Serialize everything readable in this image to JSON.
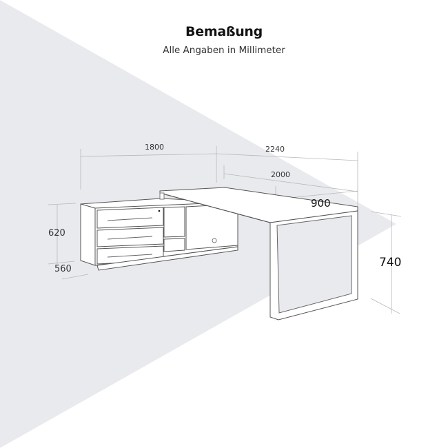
{
  "header": {
    "title": "Bemaßung",
    "subtitle": "Alle Angaben in Millimeter"
  },
  "dimensions": {
    "sideboard_width": "1800",
    "total_width": "2240",
    "desk_width": "2000",
    "desk_depth": "900",
    "sideboard_height": "620",
    "sideboard_depth": "560",
    "desk_height": "740"
  },
  "colors": {
    "background": "#ffffff",
    "triangle": "#e9eaee",
    "line": "#555555",
    "dim_line": "#b5b5b5",
    "text": "#333333"
  }
}
